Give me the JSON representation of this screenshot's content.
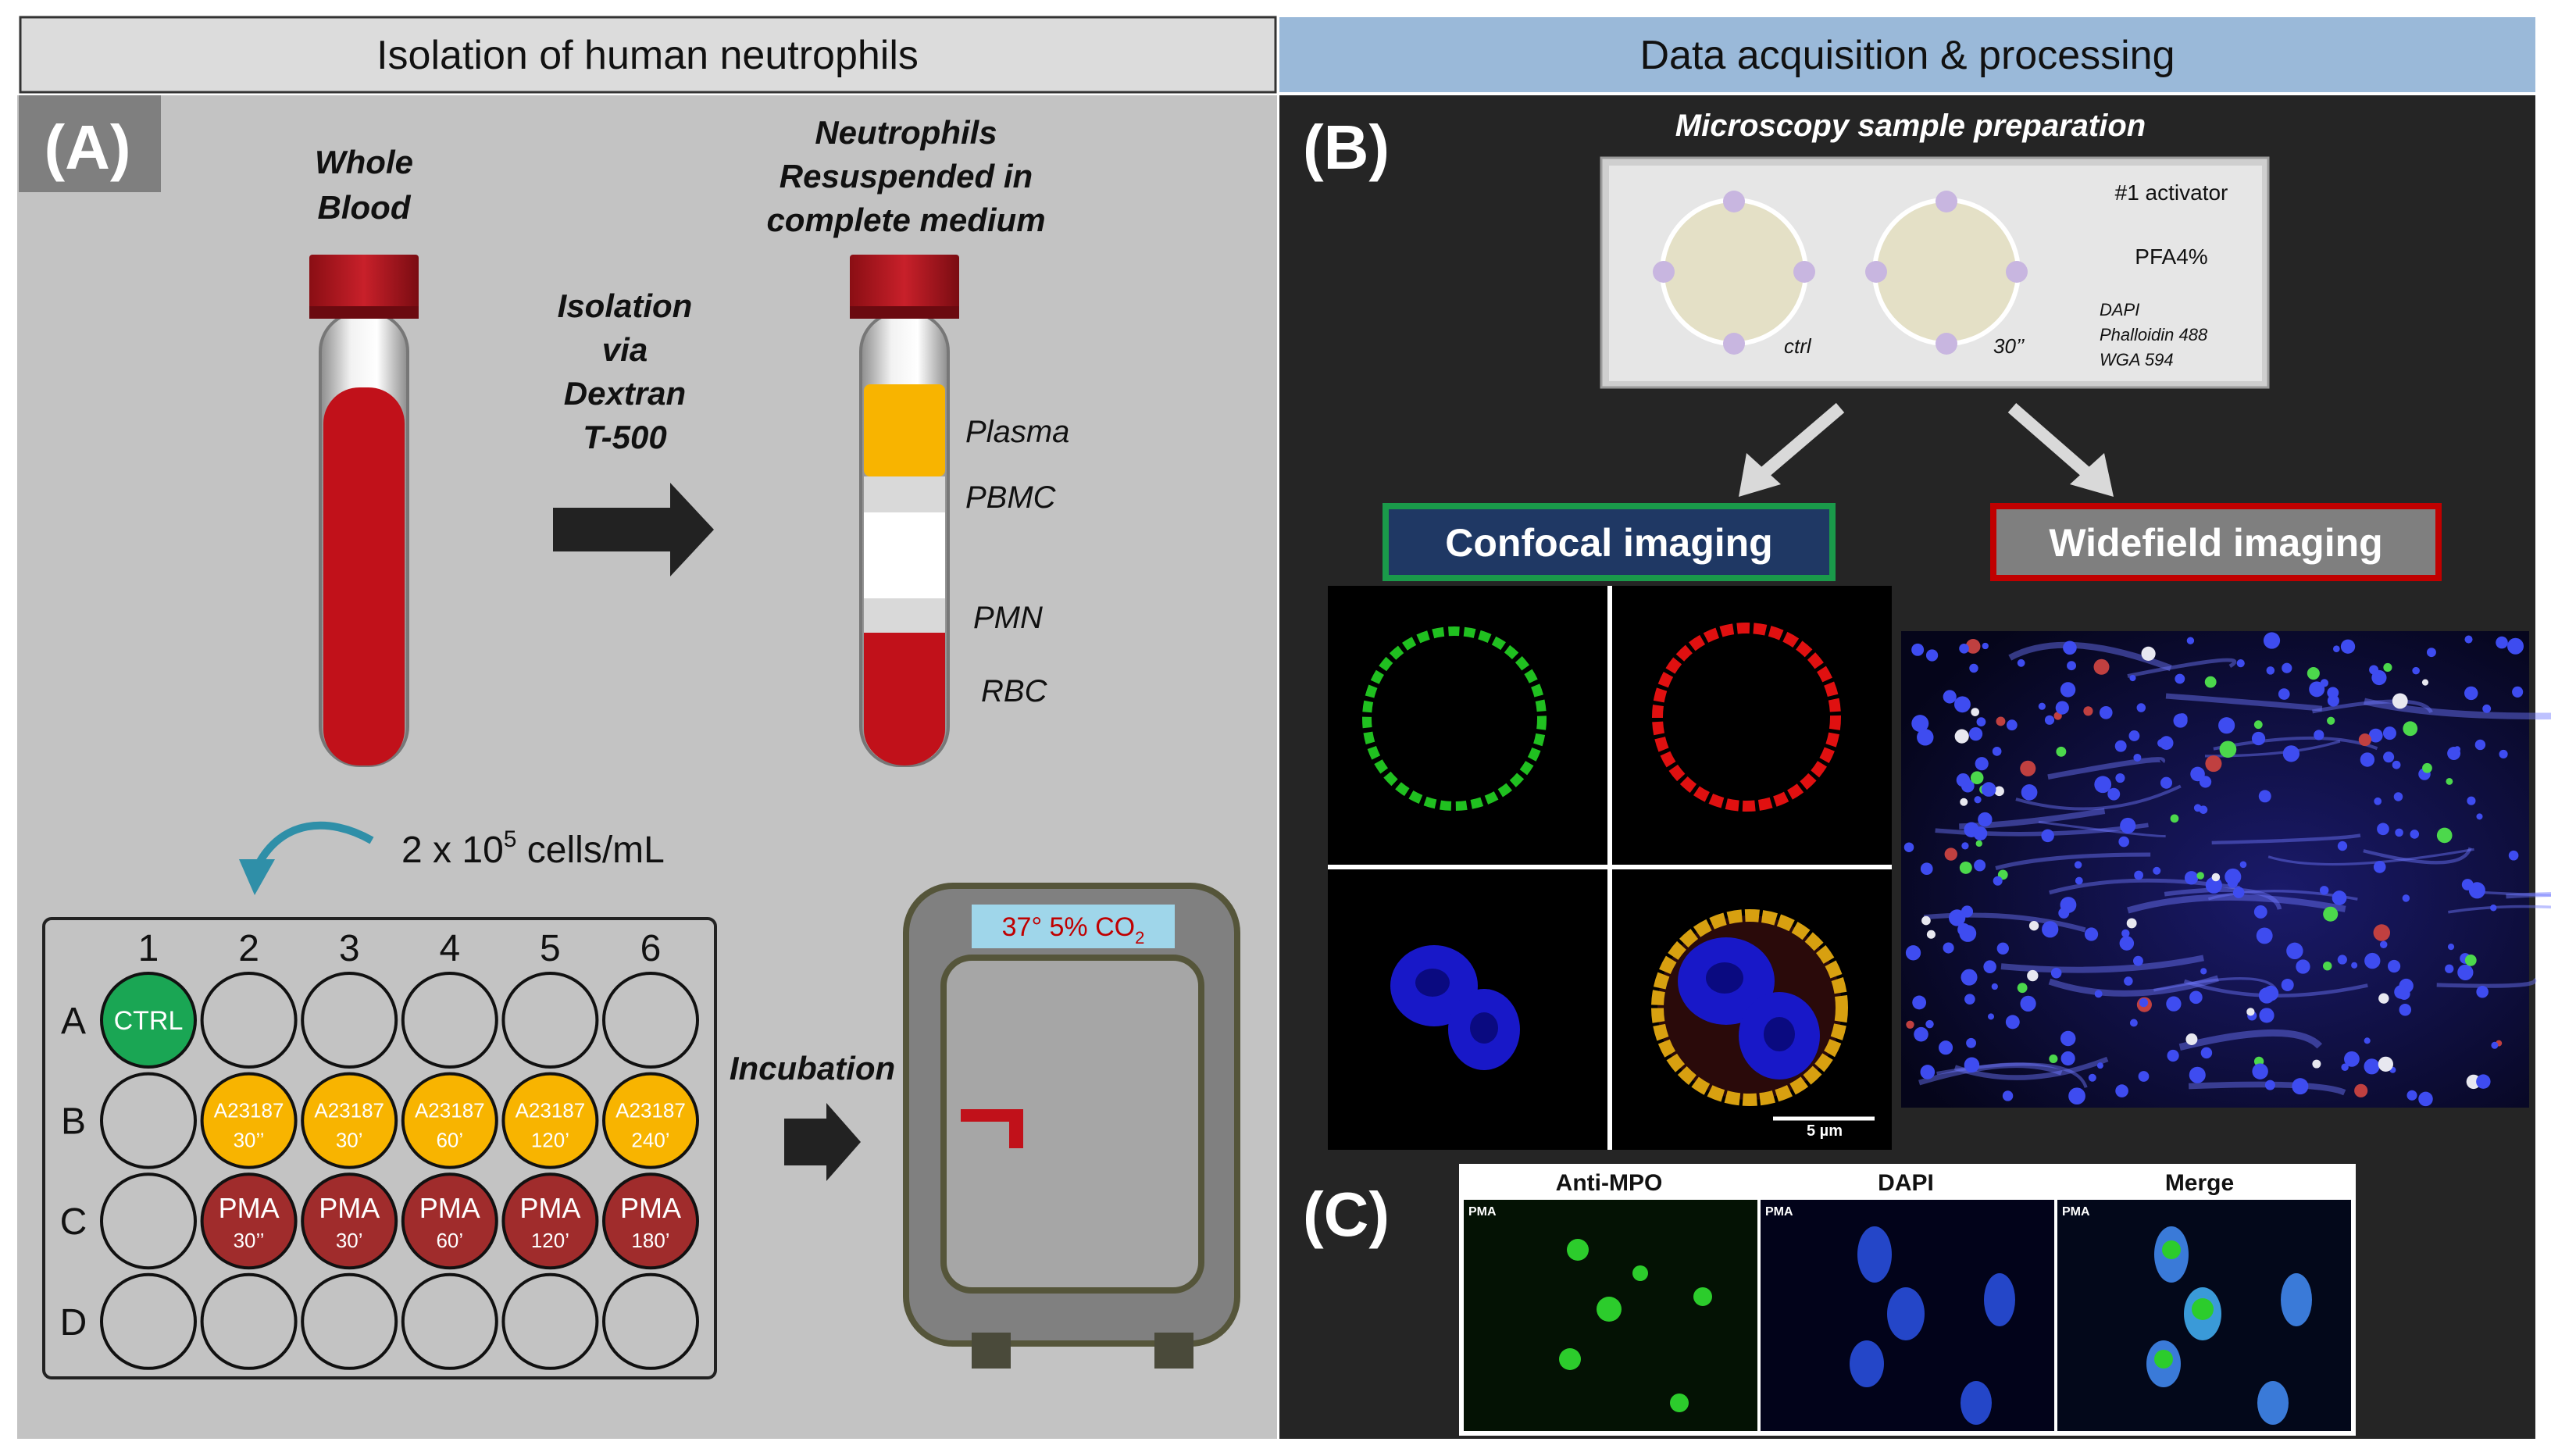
{
  "panel_a": {
    "header": "Isolation of human neutrophils",
    "label": "(A)",
    "whole_blood": [
      "Whole",
      "Blood"
    ],
    "isolation": [
      "Isolation",
      "via",
      "Dextran",
      "T-500"
    ],
    "neutrophils": [
      "Neutrophils",
      "Resuspended in",
      "complete medium"
    ],
    "layers": [
      "Plasma",
      "PBMC",
      "PMN",
      "RBC"
    ],
    "concentration": {
      "prefix": "2 x 10",
      "exp": "5",
      "suffix": " cells/mL"
    },
    "incubation": "Incubation",
    "incubator": {
      "label_main": "37° 5% CO",
      "label_sub": "2"
    },
    "plate": {
      "columns": [
        "1",
        "2",
        "3",
        "4",
        "5",
        "6"
      ],
      "rows": [
        "A",
        "B",
        "C",
        "D"
      ],
      "ctrl": "CTRL",
      "row_b": [
        {
          "agent": "A23187",
          "time": "30’’"
        },
        {
          "agent": "A23187",
          "time": "30’"
        },
        {
          "agent": "A23187",
          "time": "60’"
        },
        {
          "agent": "A23187",
          "time": "120’"
        },
        {
          "agent": "A23187",
          "time": "240’"
        }
      ],
      "row_c": [
        {
          "agent": "PMA",
          "time": "30’’"
        },
        {
          "agent": "PMA",
          "time": "30’"
        },
        {
          "agent": "PMA",
          "time": "60’"
        },
        {
          "agent": "PMA",
          "time": "120’"
        },
        {
          "agent": "PMA",
          "time": "180’"
        }
      ]
    }
  },
  "panel_b": {
    "header": "Data acquisition & processing",
    "label": "(B)",
    "microscopy_title": "Microscopy sample preparation",
    "slide_labels": {
      "ctrl": "ctrl",
      "t30": "30’’"
    },
    "reagents": {
      "activator": "#1 activator",
      "pfa": "PFA4%",
      "stains": [
        "DAPI",
        "Phalloidin 488",
        "WGA 594"
      ]
    },
    "confocal": "Confocal imaging",
    "widefield": "Widefield imaging",
    "scale_bar": "5 µm"
  },
  "panel_c": {
    "label": "(C)",
    "columns": [
      "Anti-MPO",
      "DAPI",
      "Merge"
    ],
    "tag": "PMA"
  },
  "colors": {
    "left_bg": "#c3c3c3",
    "right_bg": "#252525",
    "left_header": "#dcdcdc",
    "right_header": "#9ab9d9",
    "blood": "#c1111a",
    "plasma": "#f8b400",
    "ctrl_green": "#1aa654",
    "a23187_yellow": "#f8b400",
    "pma_red": "#a02c2c",
    "confocal_border": "#1a9a4a",
    "confocal_fill": "#1f3864",
    "widefield_border": "#c00000",
    "widefield_fill": "#7f7f7f"
  }
}
